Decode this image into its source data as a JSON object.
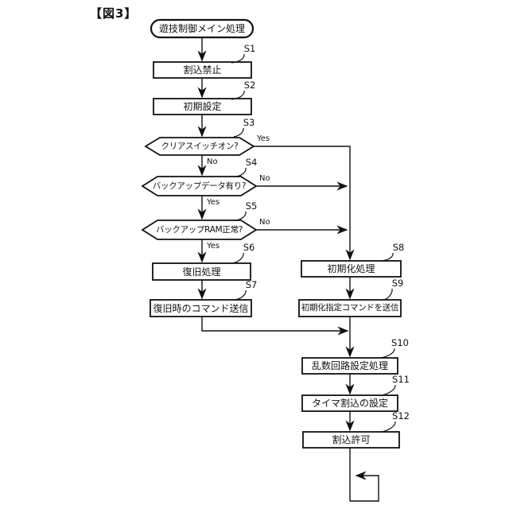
{
  "figure": {
    "label": "【図3】"
  },
  "branch": {
    "yes": "Yes",
    "no": "No"
  },
  "flowchart": {
    "start": {
      "label": "遊技制御メイン処理",
      "type": "terminal"
    },
    "steps": [
      {
        "id": "S1",
        "label": "割込禁止",
        "type": "process"
      },
      {
        "id": "S2",
        "label": "初期設定",
        "type": "process"
      },
      {
        "id": "S3",
        "label": "クリアスイッチオン?",
        "type": "decision",
        "yes": "right-to-S8",
        "no": "down-to-S4"
      },
      {
        "id": "S4",
        "label": "バックアップデータ有り?",
        "type": "decision",
        "yes": "down-to-S5",
        "no": "right-to-S8"
      },
      {
        "id": "S5",
        "label": "バックアップRAM正常?",
        "type": "decision",
        "yes": "down-to-S6",
        "no": "right-to-S8"
      },
      {
        "id": "S6",
        "label": "復旧処理",
        "type": "process"
      },
      {
        "id": "S7",
        "label": "復旧時のコマンド送信",
        "type": "process"
      },
      {
        "id": "S8",
        "label": "初期化処理",
        "type": "process"
      },
      {
        "id": "S9",
        "label": "初期化指定コマンドを送信",
        "type": "process"
      },
      {
        "id": "S10",
        "label": "乱数回路設定処理",
        "type": "process"
      },
      {
        "id": "S11",
        "label": "タイマ割込の設定",
        "type": "process"
      },
      {
        "id": "S12",
        "label": "割込許可",
        "type": "process",
        "after": "endless-loop"
      }
    ]
  }
}
